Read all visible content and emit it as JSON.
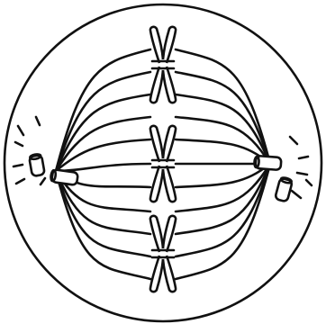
{
  "diagram": {
    "subject": "metaphase",
    "chromosome_count": 3,
    "centriole_pairs": 2,
    "colors": {
      "ink": "#111111",
      "background": "#ffffff"
    }
  }
}
